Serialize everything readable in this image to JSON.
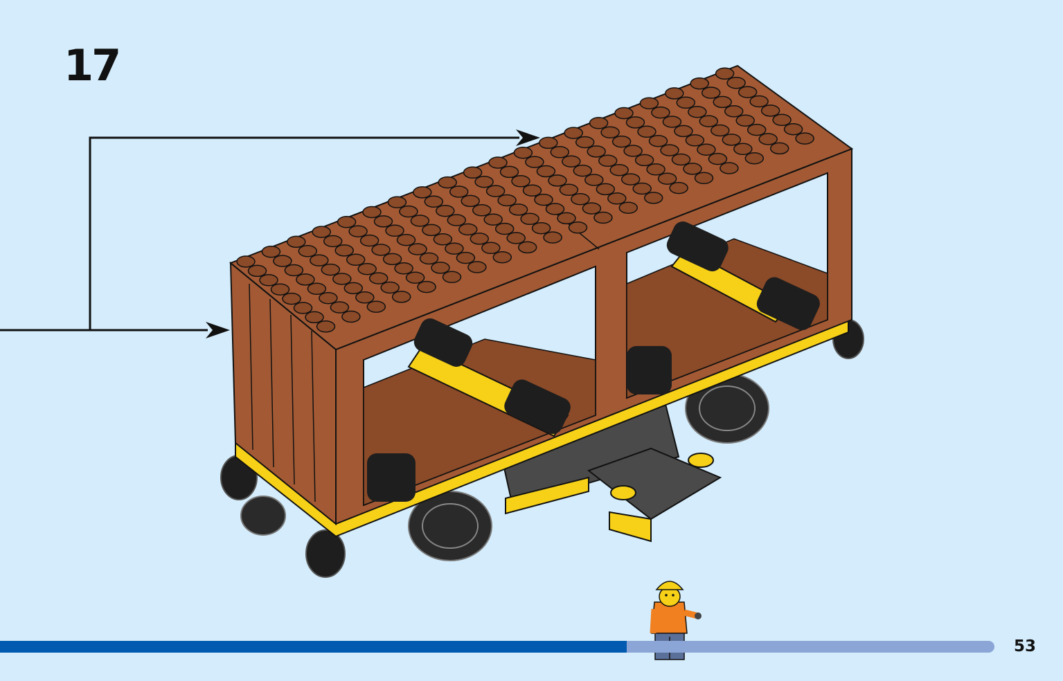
{
  "instruction": {
    "step_number": "17",
    "page_number": "53",
    "progress_fraction": 0.63
  },
  "icons": {
    "callout_arrow": "arrow-right-icon",
    "minifigure": "construction-worker-minifig-icon"
  },
  "colors": {
    "background": "#d4ecfb",
    "brick_brown": "#a35a34",
    "stud_brown": "#8b4a28",
    "yellow": "#f7d117",
    "black": "#1e1e1e",
    "dark_grey": "#4a4a4a",
    "progress_done": "#005bb0",
    "progress_remaining": "#8ba6d6"
  }
}
